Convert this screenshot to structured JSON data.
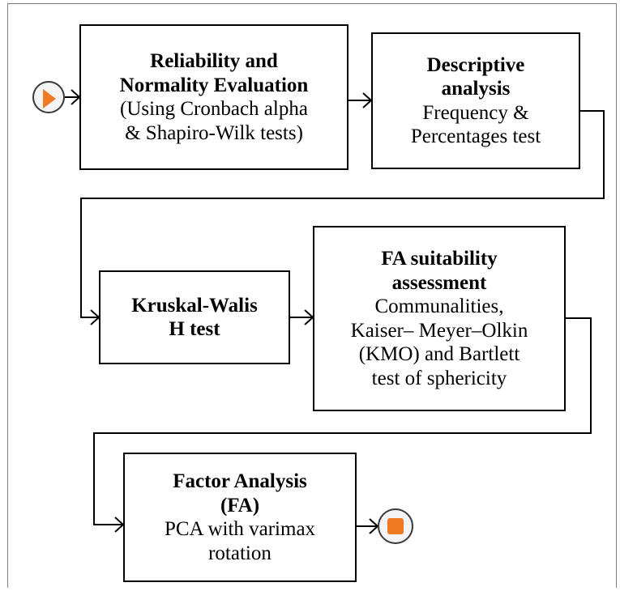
{
  "steps": [
    {
      "id": "reliability",
      "title_lines": [
        "Reliability and",
        "Normality Evaluation"
      ],
      "sub_lines": [
        "(Using Cronbach alpha",
        "& Shapiro-Wilk tests)"
      ]
    },
    {
      "id": "descriptive",
      "title_lines": [
        "Descriptive",
        "analysis"
      ],
      "sub_lines": [
        "Frequency &",
        "Percentages test"
      ]
    },
    {
      "id": "kruskal",
      "title_lines": [
        "Kruskal-Walis",
        "H test"
      ],
      "sub_lines": []
    },
    {
      "id": "fa-suitability",
      "title_lines": [
        "FA suitability",
        "assessment"
      ],
      "sub_lines": [
        "Communalities,",
        "Kaiser– Meyer–Olkin",
        "(KMO) and Bartlett",
        "test of sphericity"
      ]
    },
    {
      "id": "factor-analysis",
      "title_lines": [
        "Factor Analysis",
        "(FA)"
      ],
      "sub_lines": [
        "PCA with varimax",
        "rotation"
      ]
    }
  ],
  "nodes": {
    "start": "start-icon",
    "end": "end-icon"
  },
  "colors": {
    "accent": "#f07a24",
    "line": "#000000",
    "frame": "#7f7f7f"
  }
}
